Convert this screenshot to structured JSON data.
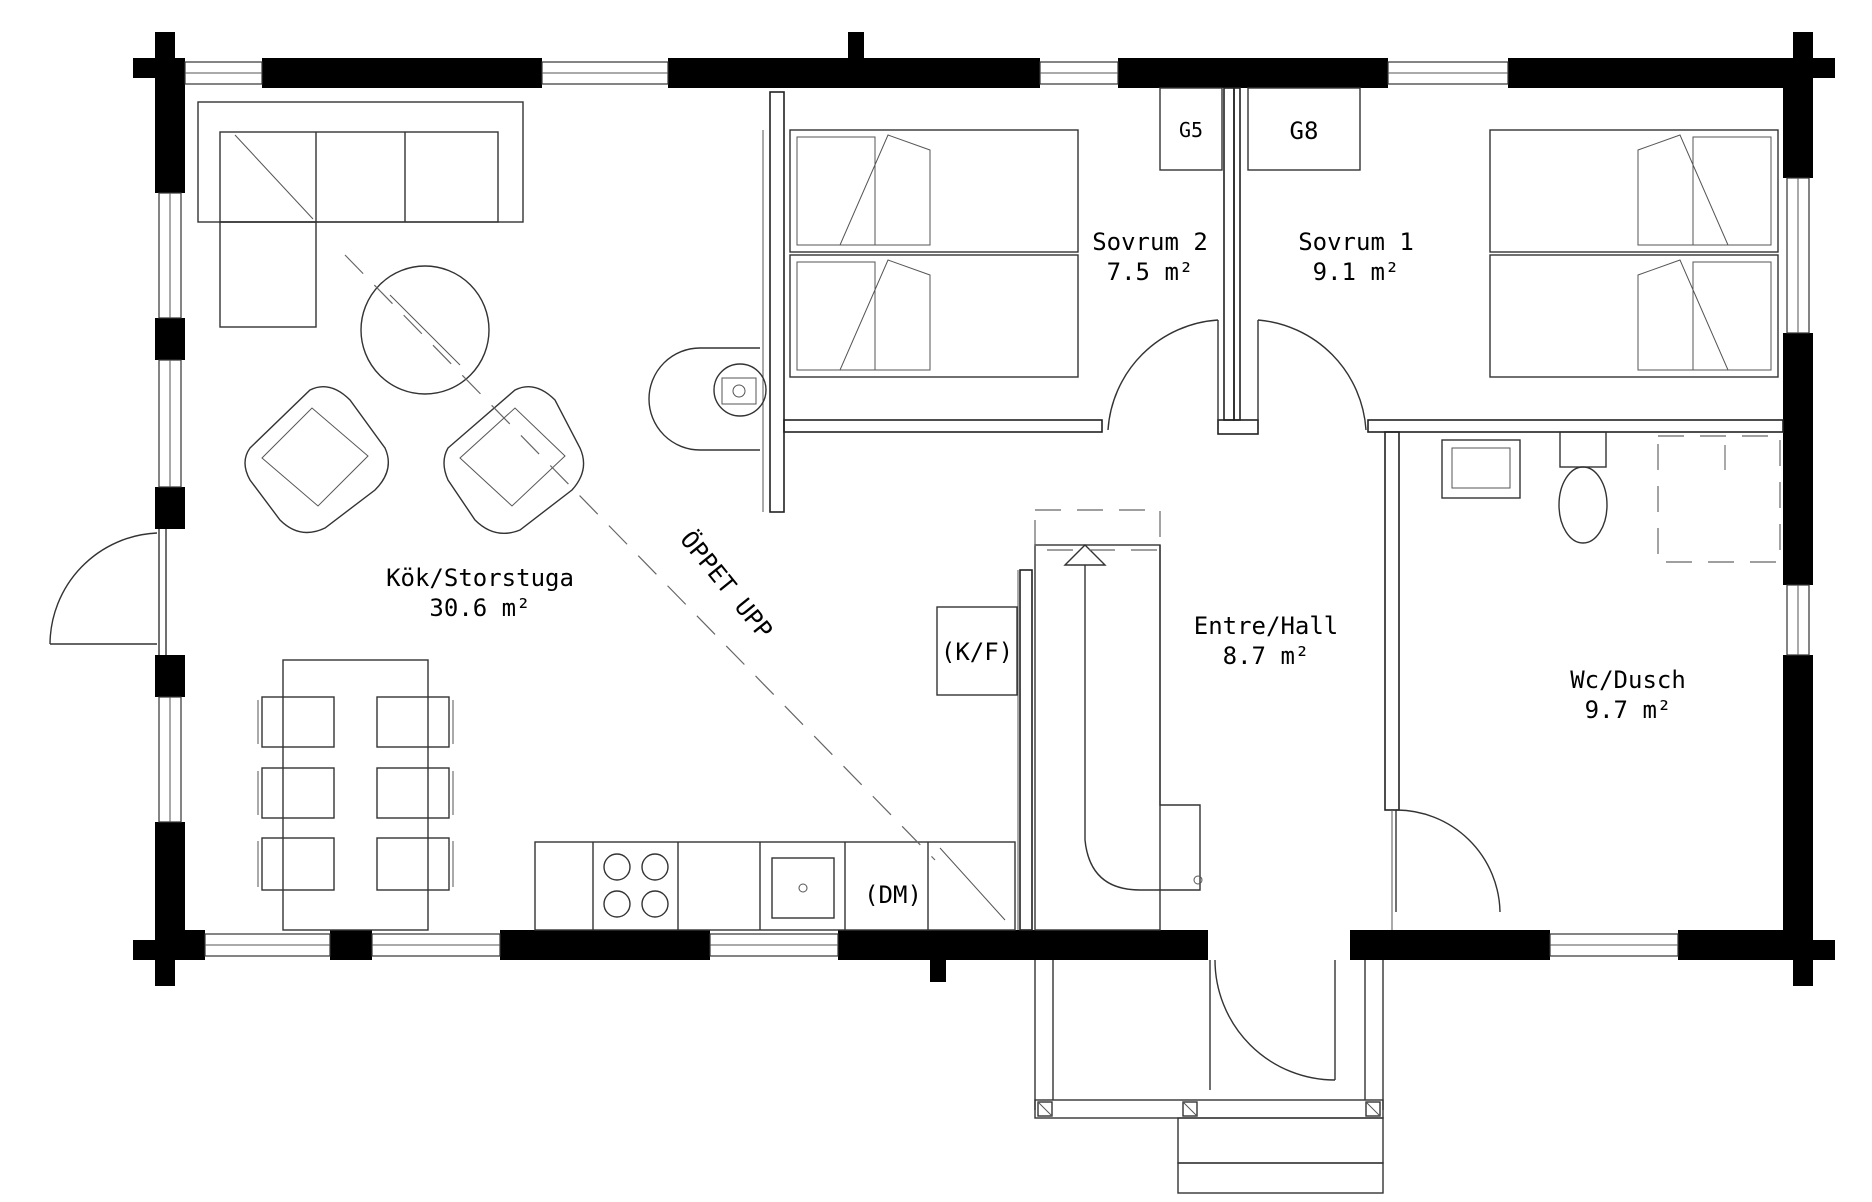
{
  "rooms": {
    "kok": {
      "name": "Kök/Storstuga",
      "area": "30.6 m²"
    },
    "sovrum2": {
      "name": "Sovrum 2",
      "area": "7.5 m²"
    },
    "sovrum1": {
      "name": "Sovrum 1",
      "area": "9.1 m²"
    },
    "entre": {
      "name": "Entre/Hall",
      "area": "8.7 m²"
    },
    "wc": {
      "name": "Wc/Dusch",
      "area": "9.7 m²"
    }
  },
  "labels": {
    "open_up": "ÖPPET UPP",
    "kf": "(K/F)",
    "dm": "(DM)",
    "g5": "G5",
    "g8": "G8"
  },
  "colors": {
    "wall": "#000000",
    "line": "#333333",
    "background": "#ffffff"
  }
}
